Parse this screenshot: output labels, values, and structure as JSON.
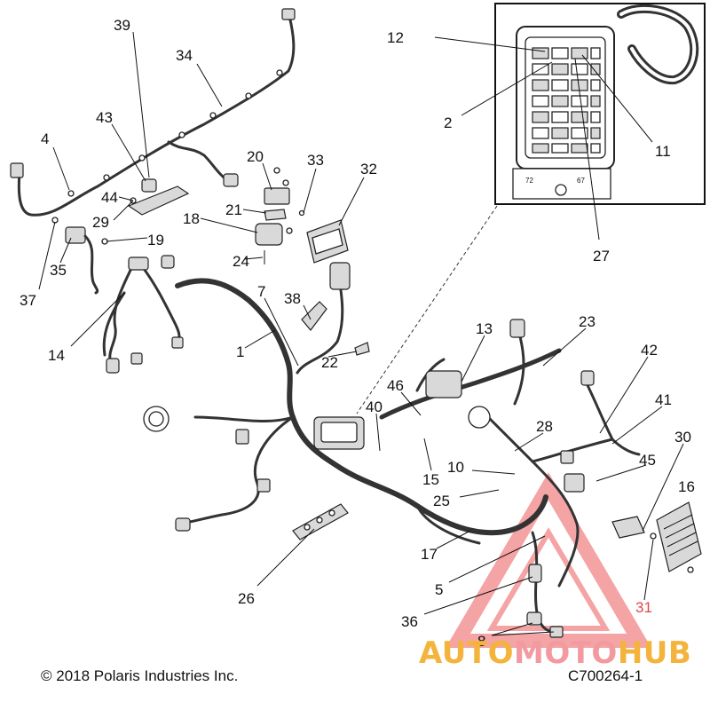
{
  "callouts": [
    "39",
    "34",
    "43",
    "4",
    "44",
    "29",
    "19",
    "35",
    "37",
    "20",
    "33",
    "32",
    "21",
    "18",
    "24",
    "7",
    "38",
    "14",
    "1",
    "22",
    "12",
    "2",
    "11",
    "27",
    "13",
    "23",
    "42",
    "41",
    "46",
    "40",
    "28",
    "15",
    "10",
    "25",
    "45",
    "30",
    "16",
    "17",
    "5",
    "36",
    "31",
    "8",
    "26"
  ],
  "footer": {
    "copyright": "© 2018 Polaris Industries Inc.",
    "part_number": "C700264-1"
  },
  "watermark": {
    "part_a": "AUTO",
    "part_b": "MOTO",
    "part_c": "HUB",
    "colors": {
      "a": "#f4b33c",
      "b": "#f29aa0",
      "triangle": "#ec5a5a"
    }
  },
  "inset": {
    "label_left": "72",
    "label_right": "67"
  }
}
